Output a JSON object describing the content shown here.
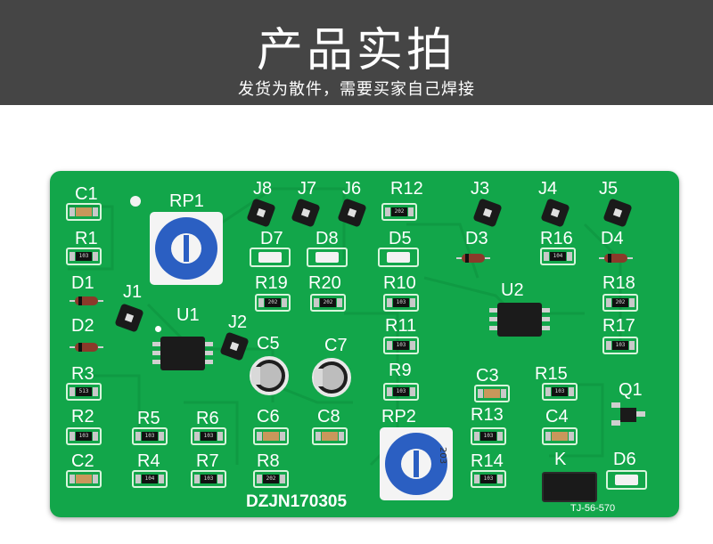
{
  "banner": {
    "title": "产品实拍",
    "subtitle": "发货为散件，需要买家自己焊接"
  },
  "board": {
    "model": "DZJN170305",
    "code": "TJ-56-570",
    "labels": [
      "C1",
      "RP1",
      "J8",
      "J7",
      "J6",
      "R12",
      "J3",
      "J4",
      "J5",
      "R1",
      "D7",
      "D8",
      "D5",
      "D3",
      "R16",
      "D4",
      "D1",
      "J1",
      "U1",
      "R19",
      "R20",
      "R10",
      "U2",
      "R18",
      "D2",
      "J2",
      "C5",
      "C7",
      "R11",
      "R17",
      "R3",
      "R9",
      "C3",
      "R15",
      "Q1",
      "R2",
      "R5",
      "R6",
      "C6",
      "C8",
      "RP2",
      "R13",
      "C4",
      "C2",
      "R4",
      "R7",
      "R8",
      "R14",
      "K",
      "D6"
    ],
    "resistor_codes": {
      "R12": "202",
      "R1": "103",
      "R16": "104",
      "R19": "202",
      "R20": "202",
      "R10": "103",
      "R18": "202",
      "R11": "103",
      "R17": "103",
      "R3": "513",
      "R9": "103",
      "R15": "103",
      "R2": "103",
      "R5": "103",
      "R6": "103",
      "R13": "103",
      "R4": "104",
      "R7": "103",
      "R8": "202",
      "R14": "103"
    },
    "rp2_code": "203",
    "colors": {
      "board": "#12a64a",
      "banner": "#454545",
      "silkscreen": "#ffffff"
    }
  }
}
